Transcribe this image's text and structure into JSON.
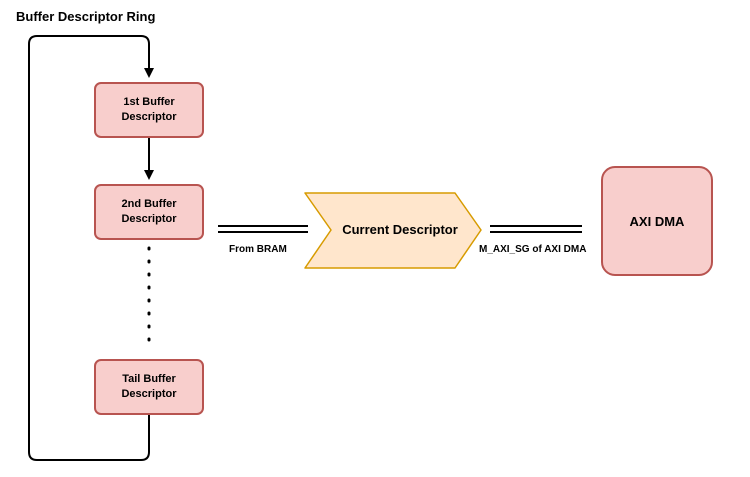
{
  "title": "Buffer Descriptor Ring",
  "ring": {
    "first": "1st Buffer\nDescriptor",
    "second": "2nd Buffer\nDescriptor",
    "tail": "Tail Buffer\nDescriptor"
  },
  "current_descriptor": "Current Descriptor",
  "axi_dma": "AXI DMA",
  "labels": {
    "from_bram": "From BRAM",
    "m_axi_sg": "M_AXI_SG of AXI DMA"
  },
  "colors": {
    "descriptor_fill": "#f8cecc",
    "descriptor_border": "#b85450",
    "current_fill": "#ffe6cc",
    "current_border": "#d79b00",
    "line": "#000000"
  }
}
